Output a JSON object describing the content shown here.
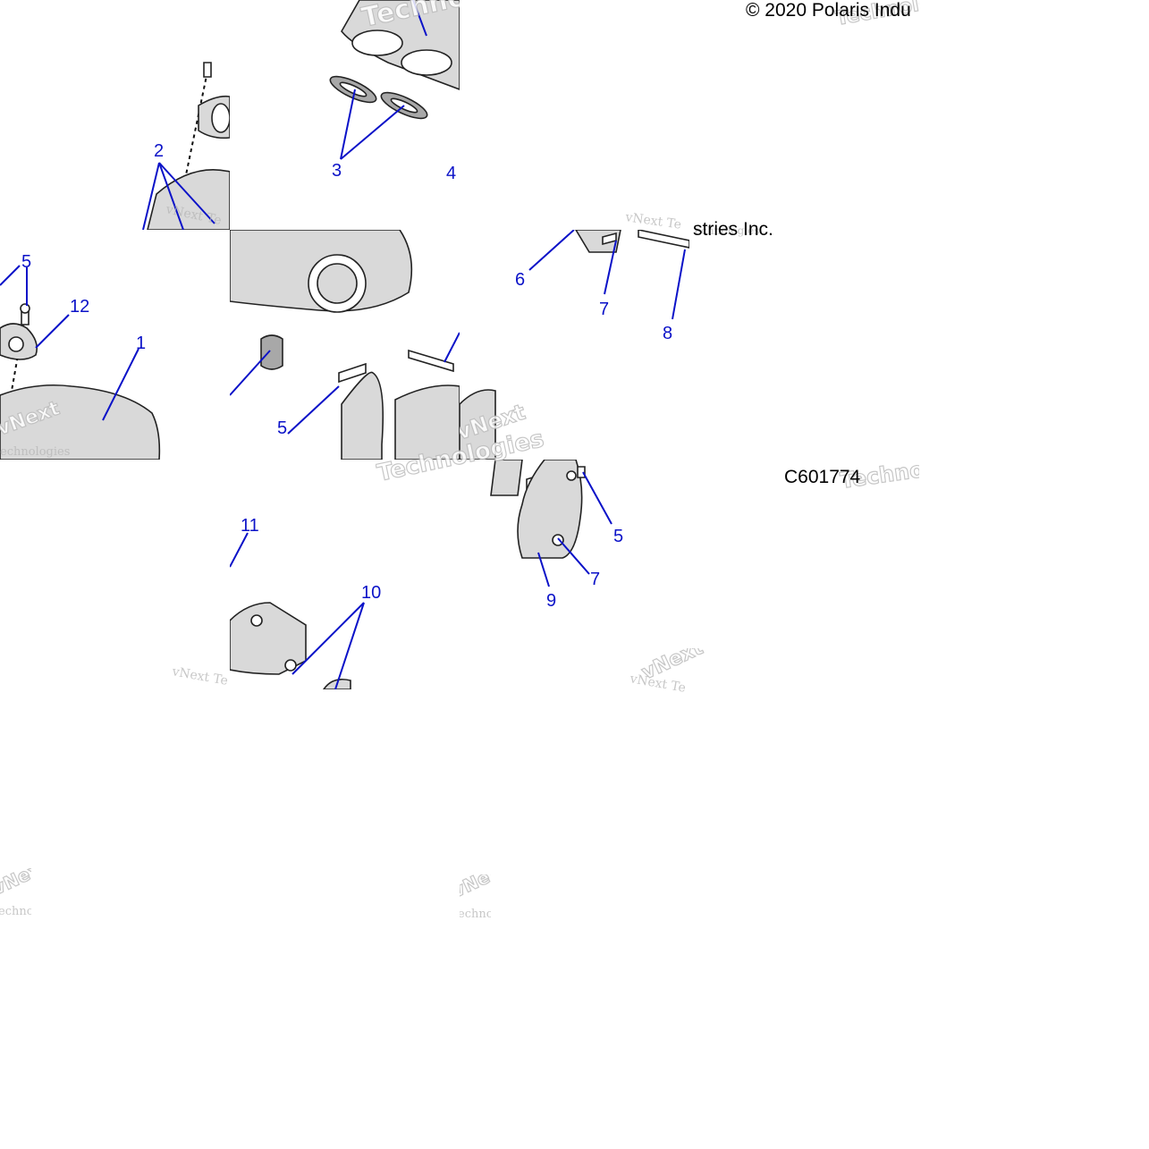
{
  "copyright": "© 2020 Polaris Indu",
  "copyright_tail": "stries Inc.",
  "drawing_number": "C601774",
  "watermark": {
    "line1": "vNext",
    "line2": "Technologies",
    "short": "vNext Te",
    "small": "echnologies"
  },
  "callouts": {
    "c1": "1",
    "c2": "2",
    "c3": "3",
    "c4": "4",
    "c5a": "5",
    "c5b": "5",
    "c5c": "5",
    "c6": "6",
    "c7a": "7",
    "c7b": "7",
    "c8": "8",
    "c9": "9",
    "c10": "10",
    "c11": "11",
    "c12": "12"
  },
  "colors": {
    "callout": "#0b12c8",
    "part": "#d9d9d9",
    "outline": "#222222"
  }
}
